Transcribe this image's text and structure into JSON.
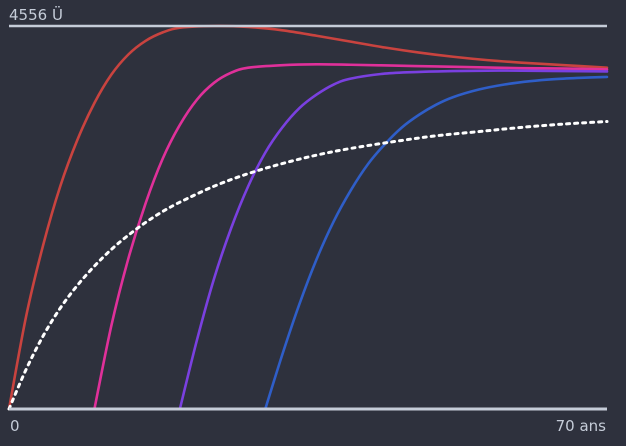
{
  "colors": {
    "background": "#2e313d",
    "axis": "#c5ccd8",
    "text": "#c5ccd8",
    "reference": "#ffffff"
  },
  "chart_data": {
    "type": "line",
    "xlim": [
      0,
      70
    ],
    "ylim": [
      0,
      4556
    ],
    "x_tick_labels": {
      "min": "0",
      "max": "70 ans"
    },
    "y_tick_labels": {
      "max": "4556 Ü"
    },
    "grid": false,
    "legend": "none",
    "series": [
      {
        "color": "#c9433f",
        "style": "solid",
        "points": [
          [
            0,
            0
          ],
          [
            2,
            1100
          ],
          [
            4,
            1950
          ],
          [
            6,
            2650
          ],
          [
            8,
            3200
          ],
          [
            10,
            3640
          ],
          [
            12,
            3980
          ],
          [
            14,
            4220
          ],
          [
            16,
            4380
          ],
          [
            18,
            4480
          ],
          [
            20,
            4535
          ],
          [
            24,
            4556
          ],
          [
            28,
            4545
          ],
          [
            32,
            4505
          ],
          [
            36,
            4440
          ],
          [
            40,
            4370
          ],
          [
            44,
            4300
          ],
          [
            48,
            4240
          ],
          [
            52,
            4190
          ],
          [
            56,
            4150
          ],
          [
            60,
            4120
          ],
          [
            65,
            4090
          ],
          [
            70,
            4060
          ]
        ]
      },
      {
        "color": "#e0309a",
        "style": "solid",
        "points": [
          [
            10,
            0
          ],
          [
            12,
            1000
          ],
          [
            14,
            1800
          ],
          [
            16,
            2450
          ],
          [
            18,
            2980
          ],
          [
            20,
            3380
          ],
          [
            22,
            3680
          ],
          [
            24,
            3880
          ],
          [
            26,
            4000
          ],
          [
            28,
            4060
          ],
          [
            32,
            4090
          ],
          [
            36,
            4100
          ],
          [
            40,
            4095
          ],
          [
            45,
            4085
          ],
          [
            50,
            4075
          ],
          [
            55,
            4065
          ],
          [
            60,
            4055
          ],
          [
            65,
            4050
          ],
          [
            70,
            4040
          ]
        ]
      },
      {
        "color": "#7a40e0",
        "style": "solid",
        "points": [
          [
            20,
            0
          ],
          [
            22,
            820
          ],
          [
            24,
            1550
          ],
          [
            26,
            2150
          ],
          [
            28,
            2650
          ],
          [
            30,
            3050
          ],
          [
            32,
            3350
          ],
          [
            34,
            3580
          ],
          [
            36,
            3740
          ],
          [
            38,
            3860
          ],
          [
            40,
            3930
          ],
          [
            44,
            3990
          ],
          [
            48,
            4010
          ],
          [
            52,
            4020
          ],
          [
            56,
            4025
          ],
          [
            60,
            4025
          ],
          [
            65,
            4020
          ],
          [
            70,
            4015
          ]
        ]
      },
      {
        "color": "#2f5ec8",
        "style": "solid",
        "points": [
          [
            30,
            0
          ],
          [
            32,
            650
          ],
          [
            34,
            1250
          ],
          [
            36,
            1780
          ],
          [
            38,
            2230
          ],
          [
            40,
            2600
          ],
          [
            42,
            2910
          ],
          [
            44,
            3150
          ],
          [
            46,
            3350
          ],
          [
            48,
            3500
          ],
          [
            50,
            3620
          ],
          [
            52,
            3710
          ],
          [
            55,
            3800
          ],
          [
            58,
            3860
          ],
          [
            61,
            3900
          ],
          [
            64,
            3925
          ],
          [
            67,
            3940
          ],
          [
            70,
            3950
          ]
        ]
      },
      {
        "color": "#ffffff",
        "style": "dotted",
        "points": [
          [
            0,
            0
          ],
          [
            2,
            470
          ],
          [
            4,
            870
          ],
          [
            6,
            1200
          ],
          [
            8,
            1470
          ],
          [
            10,
            1700
          ],
          [
            12,
            1900
          ],
          [
            14,
            2070
          ],
          [
            16,
            2220
          ],
          [
            18,
            2350
          ],
          [
            20,
            2460
          ],
          [
            24,
            2650
          ],
          [
            28,
            2800
          ],
          [
            32,
            2920
          ],
          [
            36,
            3020
          ],
          [
            40,
            3100
          ],
          [
            45,
            3180
          ],
          [
            50,
            3250
          ],
          [
            55,
            3300
          ],
          [
            60,
            3350
          ],
          [
            65,
            3390
          ],
          [
            70,
            3420
          ]
        ]
      }
    ]
  }
}
